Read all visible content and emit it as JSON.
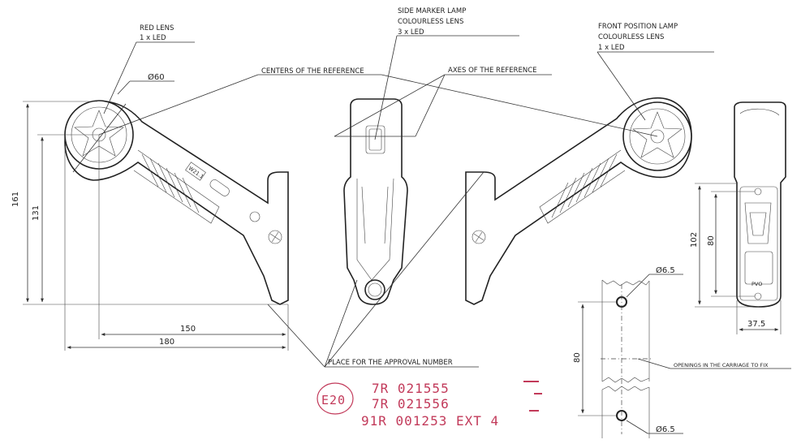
{
  "labels": {
    "red_lens": "RED LENS",
    "red_lens_qty": "1 x LED",
    "side_marker": "SIDE MARKER LAMP",
    "side_marker_lens": "COLOURLESS LENS",
    "side_marker_qty": "3 x LED",
    "front_position": "FRONT POSITION LAMP",
    "front_position_lens": "COLOURLESS LENS",
    "front_position_qty": "1 x LED",
    "centers_ref": "CENTERS OF THE REFERENCE",
    "axes_ref": "AXES OF THE REFERENCE",
    "approval_place": "PLACE FOR THE APPROVAL NUMBER",
    "openings": "OPENINGS IN THE CARRIAGE TO FIX",
    "w": "W21.1",
    "pvo": "PVO"
  },
  "dimensions": {
    "d60": "Ø60",
    "h161": "161",
    "h131": "131",
    "w150": "150",
    "w180": "180",
    "h102": "102",
    "h80_side": "80",
    "w37_5": "37.5",
    "d6_5_top": "Ø6.5",
    "d6_5_bottom": "Ø6.5",
    "h80_holes": "80"
  },
  "stamp": {
    "prefix": "E20",
    "line1": "7R 021555",
    "line2": "7R 021556",
    "line3": "91R 001253 EXT 4"
  }
}
